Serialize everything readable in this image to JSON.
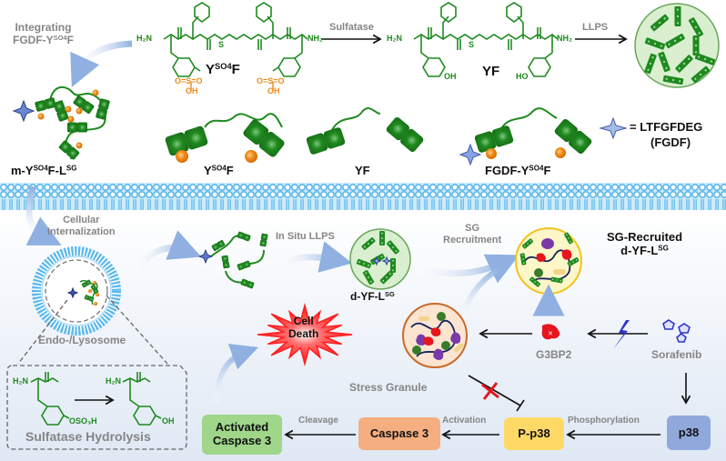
{
  "colors": {
    "peptide_green": "#1f8a1f",
    "sulfate_orange": "#f08a1a",
    "membrane_blue": "#5ab8ec",
    "star_blue": "#5a78c8",
    "label_gray": "#858585",
    "activated_caspase_box": "#9fd68a",
    "caspase3_box": "#f4ae80",
    "pp38_box": "#ffd966",
    "p38_box": "#8fa9dc",
    "cell_death_red": "#ff1a1a",
    "inhibit_red": "#e8141e"
  },
  "top": {
    "integrating_label": [
      "Integrating",
      "FGDF-Y",
      "SO4",
      "F"
    ],
    "ySO4F_structure": {
      "name_main": "Y",
      "name_sup": "SO4",
      "name_tail": "F",
      "left_amine": "H₂N",
      "right_amine": "NH₂",
      "sulfur": "S",
      "sulfate_group": [
        "O=S=O",
        "OH"
      ],
      "nh": "N",
      "h": "H",
      "o": "O"
    },
    "sulfatase_label": "Sulfatase",
    "yf_structure": {
      "name": "YF",
      "left_amine": "H₂N",
      "right_amine": "NH₂",
      "sulfur": "S",
      "hydroxyl_left": "OH",
      "hydroxyl_right": "HO"
    },
    "llps_label": "LLPS",
    "legend": {
      "star_meaning": "= LTFGFDEG",
      "star_meaning_2": "(FGDF)",
      "icon": "four-point-star-icon"
    },
    "cartoons": [
      {
        "main": "m-Y",
        "sup1": "SO4",
        "mid": "F-L",
        "sup2": "SG"
      },
      {
        "main": "Y",
        "sup1": "SO4",
        "mid": "F",
        "sup2": ""
      },
      {
        "main": "YF",
        "sup1": "",
        "mid": "",
        "sup2": ""
      },
      {
        "main": "FGDF-Y",
        "sup1": "SO4",
        "mid": "F",
        "sup2": ""
      }
    ]
  },
  "cell": {
    "internalization_label": [
      "Cellular",
      "Internalization"
    ],
    "endosome_label": "Endo-/Lysosome",
    "hydrolysis": {
      "title": "Sulfatase Hydrolysis",
      "reactant_amine": "H₂N",
      "reactant_sub": "OSO₃H",
      "product_amine": "H₂N",
      "product_sub": "OH",
      "o": "O",
      "nh": "N",
      "h": "H"
    },
    "in_situ_llps_label": "In Situ LLPS",
    "dyfl_label": {
      "main": "d-YF-L",
      "sup": "SG"
    },
    "sg_recruitment_label": [
      "SG",
      "Recruitment"
    ],
    "sg_recruited_label": {
      "line1": "SG-Recruited",
      "main": "d-YF-L",
      "sup": "SG"
    },
    "cell_death_label": [
      "Cell",
      "Death"
    ],
    "stress_granule_label": "Stress Granule",
    "g3bp2_label": "G3BP2",
    "sorafenib_label": "Sorafenib",
    "pathway": {
      "boxes": [
        {
          "id": "activated-caspase-3",
          "lines": [
            "Activated",
            "Caspase 3"
          ]
        },
        {
          "id": "caspase-3",
          "lines": [
            "Caspase 3"
          ]
        },
        {
          "id": "p-p38",
          "lines": [
            "P-p38"
          ]
        },
        {
          "id": "p38",
          "lines": [
            "p38"
          ]
        }
      ],
      "edges": [
        "Cleavage",
        "Activation",
        "Phosphorylation"
      ]
    }
  }
}
